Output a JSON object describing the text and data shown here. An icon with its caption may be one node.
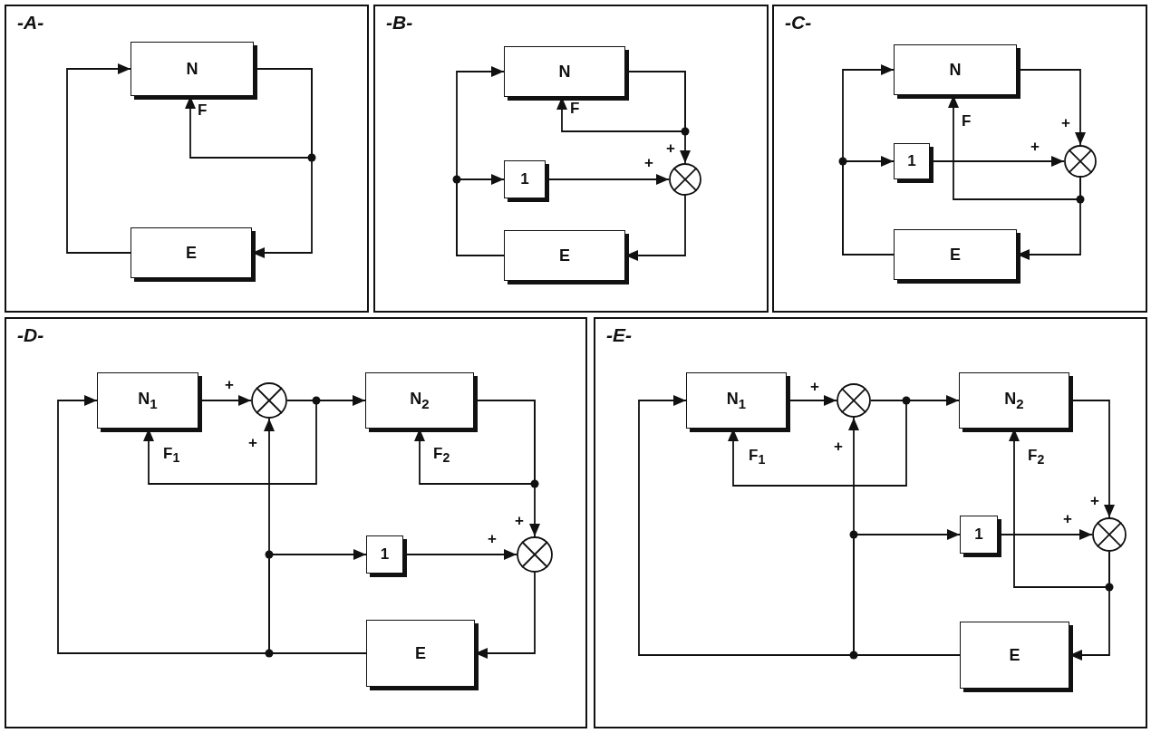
{
  "diagram": {
    "nodes": [
      {
        "text": [
          "-A-"
        ]
      },
      {
        "text": [
          "N"
        ],
        "in": 0
      },
      {
        "text": [
          "E"
        ],
        "in": 0
      },
      {
        "text": [
          "-B-"
        ]
      },
      {
        "text": [
          "N"
        ],
        "in": 3
      },
      {
        "text": [
          "1"
        ],
        "in": 3
      },
      {
        "text": [],
        "shape": "circle",
        "in": 3
      },
      {
        "text": [
          "E"
        ],
        "in": 3
      },
      {
        "text": [
          "-C-"
        ]
      },
      {
        "text": [
          "N"
        ],
        "in": 8
      },
      {
        "text": [
          "1"
        ],
        "in": 8
      },
      {
        "text": [],
        "shape": "circle",
        "in": 8
      },
      {
        "text": [
          "E"
        ],
        "in": 8
      },
      {
        "text": [
          "-D-"
        ]
      },
      {
        "text": [
          "N$_{1}$"
        ],
        "in": 13
      },
      {
        "text": [],
        "shape": "circle",
        "in": 13
      },
      {
        "text": [
          "N$_{2}$"
        ],
        "in": 13
      },
      {
        "text": [
          "1"
        ],
        "in": 13
      },
      {
        "text": [],
        "shape": "circle",
        "in": 13
      },
      {
        "text": [
          "E"
        ],
        "in": 13
      },
      {
        "text": [
          "-E-"
        ]
      },
      {
        "text": [
          "N$_{1}$"
        ],
        "in": 20
      },
      {
        "text": [],
        "shape": "circle",
        "in": 20
      },
      {
        "text": [
          "N$_{2}$"
        ],
        "in": 20
      },
      {
        "text": [
          "1"
        ],
        "in": 20
      },
      {
        "text": [],
        "shape": "circle",
        "in": 20
      },
      {
        "text": [
          "E"
        ],
        "in": 20
      }
    ],
    "edges": [
      {
        "from": 1,
        "to": 1,
        "arrow": "to",
        "label": "F"
      },
      {
        "from": 1,
        "to": 2,
        "arrow": "to"
      },
      {
        "from": 2,
        "to": 1,
        "arrow": "to"
      },
      {
        "from": 7,
        "to": 4,
        "arrow": "to"
      },
      {
        "from": 7,
        "to": 5,
        "arrow": "to"
      },
      {
        "from": 4,
        "to": 4,
        "arrow": "to",
        "label": "F"
      },
      {
        "from": 4,
        "to": 6,
        "arrow": "to",
        "label": "+"
      },
      {
        "from": 5,
        "to": 6,
        "arrow": "to",
        "label": "+"
      },
      {
        "from": 6,
        "to": 7,
        "arrow": "to"
      },
      {
        "from": 12,
        "to": 9,
        "arrow": "to"
      },
      {
        "from": 12,
        "to": 10,
        "arrow": "to"
      },
      {
        "from": 9,
        "to": 11,
        "arrow": "to",
        "label": "+"
      },
      {
        "from": 10,
        "to": 11,
        "arrow": "to",
        "label": "+"
      },
      {
        "from": 11,
        "to": 9,
        "arrow": "to",
        "label": "F"
      },
      {
        "from": 11,
        "to": 12,
        "arrow": "to"
      },
      {
        "from": 19,
        "to": 14,
        "arrow": "to"
      },
      {
        "from": 14,
        "to": 15,
        "arrow": "to",
        "label": "+"
      },
      {
        "from": 19,
        "to": 15,
        "arrow": "to",
        "label": "+"
      },
      {
        "from": 15,
        "to": 16,
        "arrow": "to"
      },
      {
        "from": 15,
        "to": 14,
        "arrow": "to",
        "label": "F$_{1}$"
      },
      {
        "from": 16,
        "to": 16,
        "arrow": "to",
        "label": "F$_{2}$"
      },
      {
        "from": 16,
        "to": 18,
        "arrow": "to",
        "label": "+"
      },
      {
        "from": 19,
        "to": 17,
        "arrow": "to"
      },
      {
        "from": 17,
        "to": 18,
        "arrow": "to",
        "label": "+"
      },
      {
        "from": 18,
        "to": 19,
        "arrow": "to"
      },
      {
        "from": 26,
        "to": 21,
        "arrow": "to"
      },
      {
        "from": 21,
        "to": 22,
        "arrow": "to",
        "label": "+"
      },
      {
        "from": 26,
        "to": 22,
        "arrow": "to",
        "label": "+"
      },
      {
        "from": 22,
        "to": 23,
        "arrow": "to"
      },
      {
        "from": 22,
        "to": 21,
        "arrow": "to",
        "label": "F$_{1}$"
      },
      {
        "from": 23,
        "to": 25,
        "arrow": "to",
        "label": "+"
      },
      {
        "from": 26,
        "to": 24,
        "arrow": "to"
      },
      {
        "from": 24,
        "to": 25,
        "arrow": "to",
        "label": "+"
      },
      {
        "from": 25,
        "to": 23,
        "arrow": "to",
        "label": "F$_{2}$"
      },
      {
        "from": 25,
        "to": 26,
        "arrow": "to"
      }
    ]
  }
}
